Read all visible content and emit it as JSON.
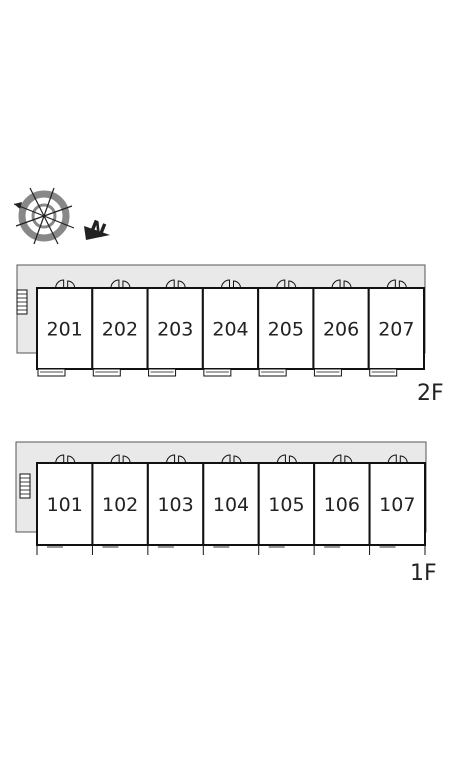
{
  "compass": {
    "icon": "compass-north-icon",
    "north_label": "N"
  },
  "floors": [
    {
      "id": "2F",
      "label": "2F",
      "rooms": [
        "201",
        "202",
        "203",
        "204",
        "205",
        "206",
        "207"
      ]
    },
    {
      "id": "1F",
      "label": "1F",
      "rooms": [
        "101",
        "102",
        "103",
        "104",
        "105",
        "106",
        "107"
      ]
    }
  ],
  "colors": {
    "corridor": "#e9e9e9",
    "wall": "#111111",
    "room_fill": "#ffffff",
    "compass_ring": "#888888"
  }
}
